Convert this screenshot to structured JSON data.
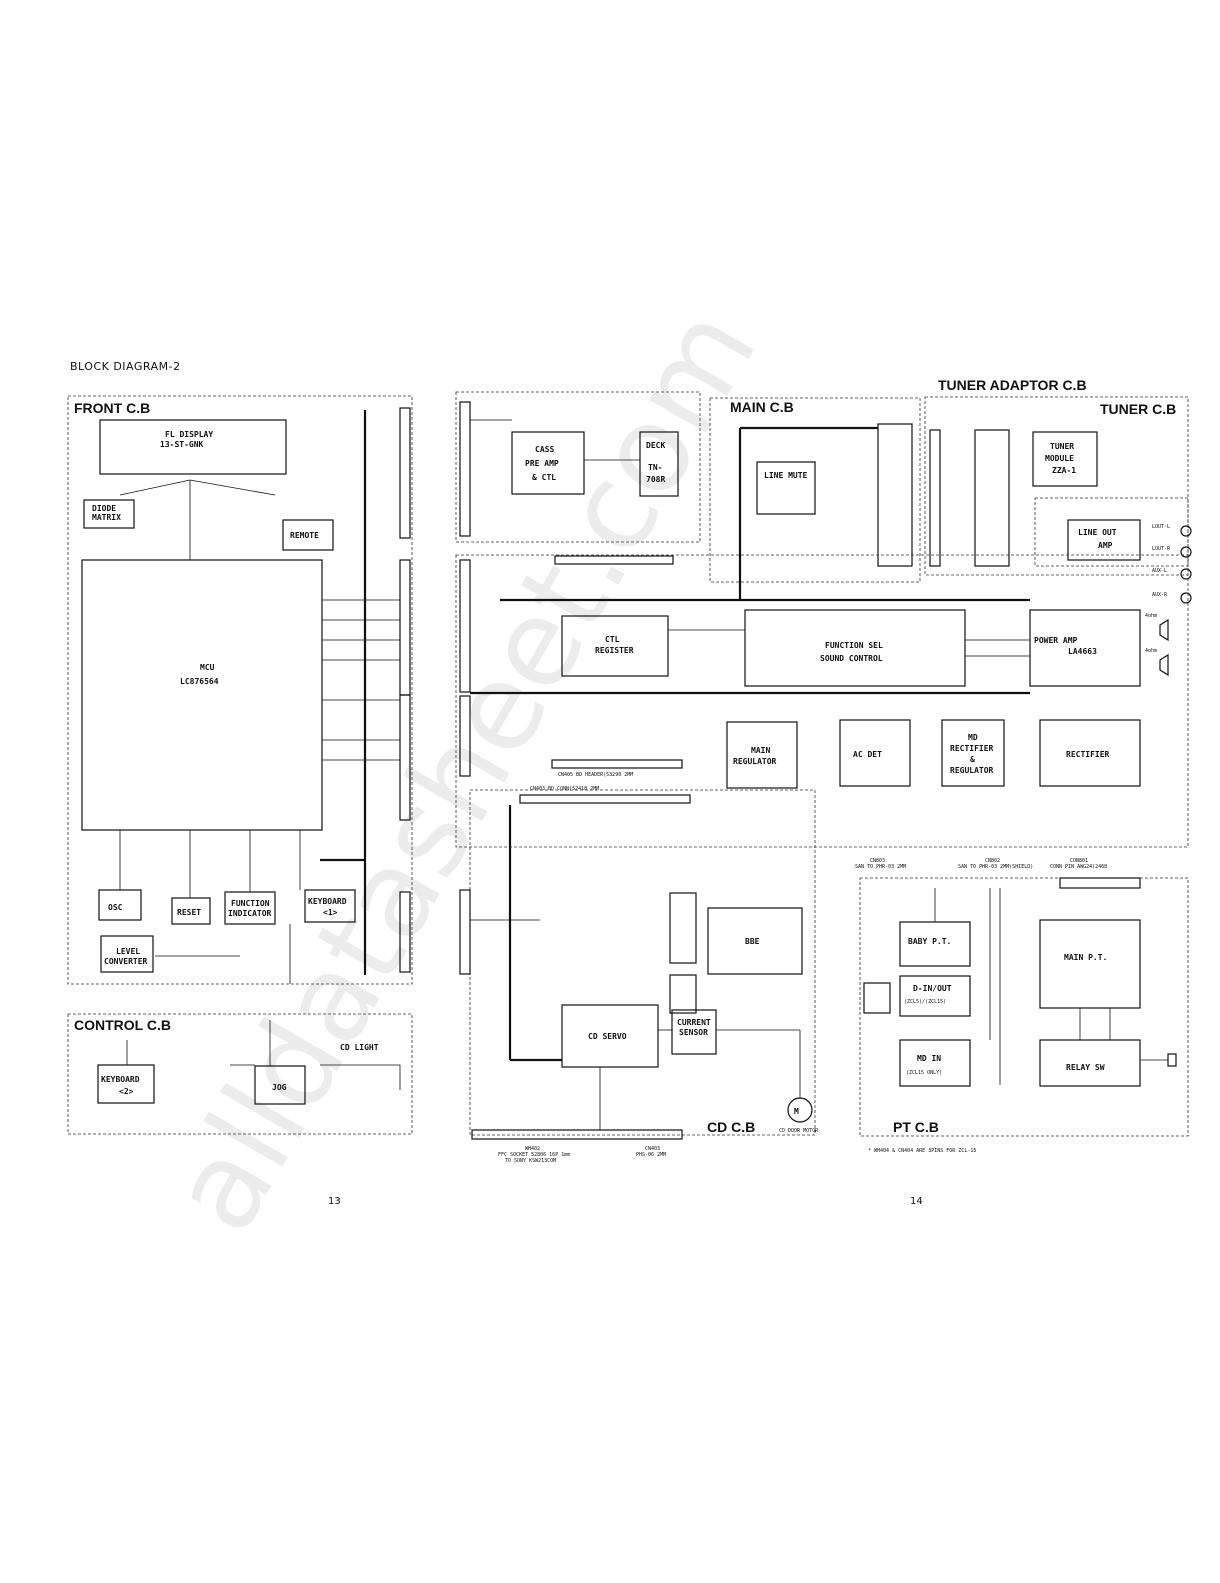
{
  "title": "BLOCK DIAGRAM-2",
  "page_numbers": [
    "13",
    "14"
  ],
  "watermark": "alldatasheet.com",
  "sections": {
    "front": "FRONT C.B",
    "control": "CONTROL C.B",
    "main": "MAIN C.B",
    "tuner_adaptor": "TUNER ADAPTOR C.B",
    "tuner": "TUNER C.B",
    "cd": "CD C.B",
    "pt": "PT C.B"
  },
  "blocks": {
    "fl_display": [
      "FL DISPLAY",
      "13-ST-GNK"
    ],
    "diode_matrix": [
      "DIODE",
      "MATRIX"
    ],
    "remote": "REMOTE",
    "mcu": [
      "MCU",
      "LC876564"
    ],
    "osc": "OSC",
    "reset": "RESET",
    "function_indicator": [
      "FUNCTION",
      "INDICATOR"
    ],
    "keyboard1": [
      "KEYBOARD",
      "<1>"
    ],
    "level_converter": [
      "LEVEL",
      "CONVERTER"
    ],
    "keyboard2": [
      "KEYBOARD",
      "<2>"
    ],
    "jog": "JOG",
    "cd_light": "CD LIGHT",
    "cass": [
      "CASS",
      "PRE AMP",
      "& CTL"
    ],
    "deck": [
      "DECK",
      "TN-",
      "708R"
    ],
    "line_mute": "LINE MUTE",
    "ctl_register": [
      "CTL",
      "REGISTER"
    ],
    "function_sel": [
      "FUNCTION SEL",
      "SOUND CONTROL"
    ],
    "tuner_module": [
      "TUNER",
      "MODULE",
      "ZZA-1"
    ],
    "line_out_amp": [
      "LINE OUT",
      "AMP"
    ],
    "power_amp": [
      "POWER AMP",
      "LA4663"
    ],
    "main_regulator": [
      "MAIN",
      "REGULATOR"
    ],
    "ac_det": "AC DET",
    "md_rectifier": [
      "MD",
      "RECTIFIER",
      "&",
      "REGULATOR"
    ],
    "rectifier": "RECTIFIER",
    "bbe": "BBE",
    "cd_servo": "CD SERVO",
    "current_sensor": [
      "CURRENT",
      "SENSOR"
    ],
    "baby_pt": "BABY P.T.",
    "d_in_out": [
      "D-IN/OUT",
      "(ZCL5)/(ZCL15)"
    ],
    "md_in": [
      "MD IN",
      "(ZCL15 ONLY)"
    ],
    "main_pt": "MAIN P.T.",
    "relay_sw": "RELAY SW",
    "cd_door_motor": "CD DOOR MOTOR"
  },
  "labels": {
    "cn_top": "CN405  BD HEADER(53290 2MM",
    "cn_cd": "CN403  BD CONN(52418 2MM",
    "wh402": [
      "WH402",
      "FFC SOCKET 52806 16P 1mm",
      "TO SONY KSW213COM"
    ],
    "cn403b": [
      "CN403",
      "PHS-06 2MM"
    ],
    "cn803": [
      "CN803",
      "SAN TO PHR-03 2MM"
    ],
    "cn802": [
      "CN802",
      "SAN TO PHR-03 2MM(SHIELD)"
    ],
    "con801": [
      "CON801",
      "CONN PIN AWG24(2468"
    ],
    "footnote": "* WH404 & CN404 ARE 3PINS FOR ZCL-15",
    "lout_l": "LOUT-L",
    "lout_r": "LOUT-R",
    "aux_l": "AUX-L",
    "aux_r": "AUX-R",
    "ohm": "4ohm"
  }
}
